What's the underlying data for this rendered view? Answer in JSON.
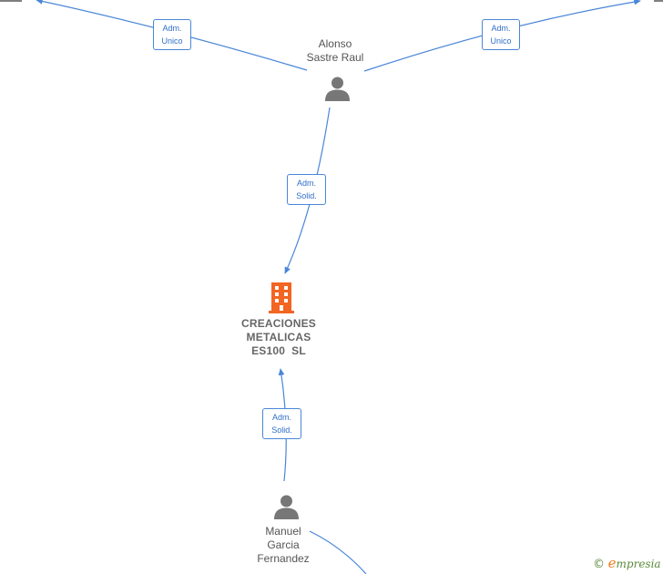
{
  "nodes": {
    "alonso": {
      "name_lines": [
        "Alonso",
        "Sastre Raul"
      ]
    },
    "company": {
      "name_lines": [
        "CREACIONES",
        "METALICAS",
        "ES100  SL"
      ]
    },
    "manuel": {
      "name_lines": [
        "Manuel",
        "Garcia",
        "Fernandez"
      ]
    }
  },
  "edge_labels": {
    "left_top": [
      "Adm.",
      "Unico"
    ],
    "right_top": [
      "Adm.",
      "Unico"
    ],
    "alonso_company": [
      "Adm.",
      "Solid."
    ],
    "manuel_company": [
      "Adm.",
      "Solid."
    ]
  },
  "watermark": {
    "copyright_symbol": "©",
    "brand_initial": "e",
    "brand_rest": "mpresia"
  },
  "colors": {
    "edge": "#4a86d8",
    "person_icon": "#777777",
    "company_icon": "#f26522"
  }
}
